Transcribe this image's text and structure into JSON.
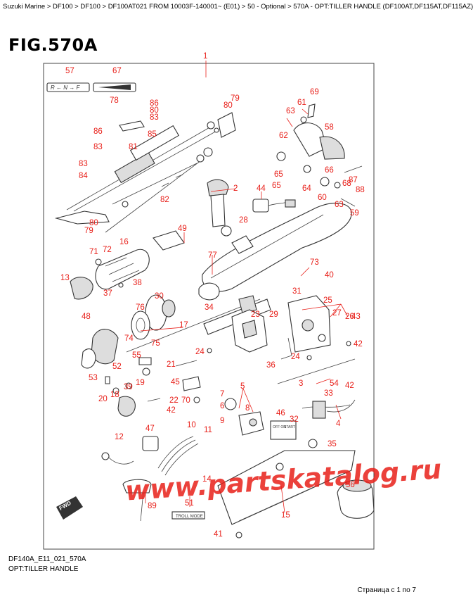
{
  "breadcrumb": "Suzuki Marine > DF100 > DF100 > DF100AT021 FROM 10003F-140001~ (E01) > 50 - Optional > 570A - OPT:TILLER HANDLE (DF100AT,DF115AT,DF115AZ)",
  "figure": {
    "title": "FIG.570A",
    "code": "DF140A_E11_021_570A",
    "name": "OPT:TILLER HANDLE"
  },
  "watermark": "www.partskatalog.ru",
  "badges": {
    "shift": "R ← N → F",
    "fwd": "FWD",
    "troll": "TROLL MODE",
    "switch_left": "OFF ON",
    "switch_right": "START"
  },
  "pager": "Страница c 1 по 7",
  "callouts": [
    "1",
    "57",
    "67",
    "78",
    "86",
    "80",
    "83",
    "86",
    "85",
    "83",
    "81",
    "83",
    "84",
    "82",
    "79",
    "80",
    "61",
    "69",
    "63",
    "62",
    "58",
    "65",
    "64",
    "65",
    "66",
    "60",
    "68",
    "87",
    "88",
    "63",
    "59",
    "2",
    "44",
    "28",
    "49",
    "80",
    "79",
    "71",
    "72",
    "16",
    "13",
    "37",
    "38",
    "48",
    "77",
    "73",
    "40",
    "31",
    "25",
    "26",
    "27",
    "43",
    "42",
    "30",
    "76",
    "34",
    "23",
    "29",
    "74",
    "75",
    "17",
    "55",
    "24",
    "53",
    "52",
    "39",
    "19",
    "18",
    "20",
    "21",
    "45",
    "22",
    "70",
    "42",
    "12",
    "47",
    "36",
    "3",
    "33",
    "54",
    "42",
    "24",
    "5",
    "7",
    "9",
    "8",
    "6",
    "46",
    "32",
    "4",
    "10",
    "11",
    "35",
    "14",
    "56",
    "89",
    "51",
    "15",
    "41"
  ]
}
